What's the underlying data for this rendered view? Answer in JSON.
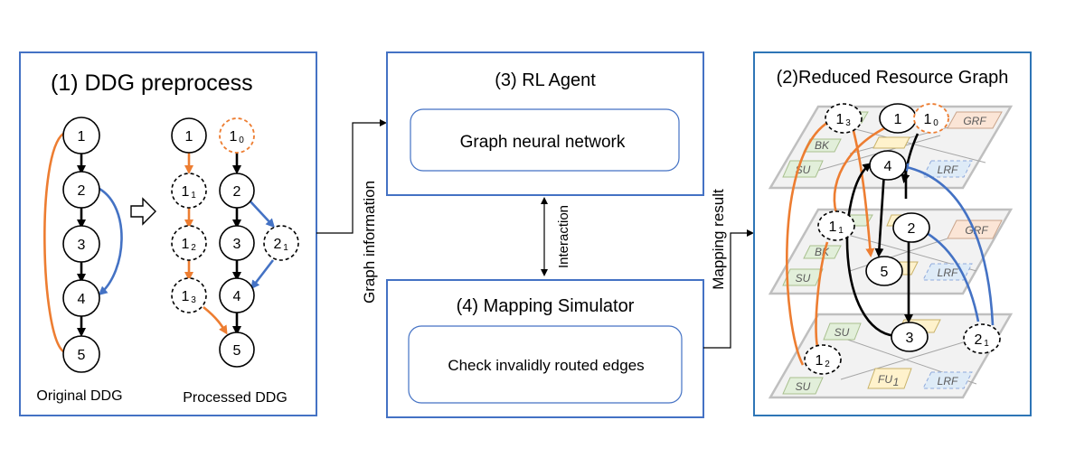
{
  "panel1": {
    "title": "(1) DDG preprocess",
    "original_caption": "Original DDG",
    "processed_caption": "Processed DDG",
    "original_nodes": [
      "1",
      "2",
      "3",
      "4",
      "5"
    ],
    "processed_nodes": {
      "n1": "1",
      "n10": "1",
      "n10_sub": "0",
      "n11": "1",
      "n11_sub": "1",
      "n12": "1",
      "n12_sub": "2",
      "n13": "1",
      "n13_sub": "3",
      "n2": "2",
      "n21": "2",
      "n21_sub": "1",
      "n3": "3",
      "n4": "4",
      "n5": "5"
    }
  },
  "panel3": {
    "title": "(3) RL Agent",
    "inner": "Graph neural network"
  },
  "panel4": {
    "title": "(4) Mapping Simulator",
    "inner": "Check invalidly routed edges"
  },
  "panel2": {
    "title": "(2)Reduced Resource Graph",
    "labels": {
      "su": "SU",
      "bk": "BK",
      "grf": "GRF",
      "lrf": "LRF",
      "fu": "FU",
      "fu_sub": "1"
    },
    "nodes": {
      "n13": "1",
      "n13_sub": "3",
      "n1": "1",
      "n10": "1",
      "n10_sub": "0",
      "n4": "4",
      "n11": "1",
      "n11_sub": "1",
      "n2": "2",
      "n5": "5",
      "n3": "3",
      "n21": "2",
      "n21_sub": "1",
      "n12": "1",
      "n12_sub": "2"
    }
  },
  "arrows": {
    "graph_info": "Graph information",
    "interaction": "Interaction",
    "mapping_result": "Mapping result"
  },
  "colors": {
    "orange": "#ed7d31",
    "blue": "#4472c4",
    "black": "#000000"
  }
}
